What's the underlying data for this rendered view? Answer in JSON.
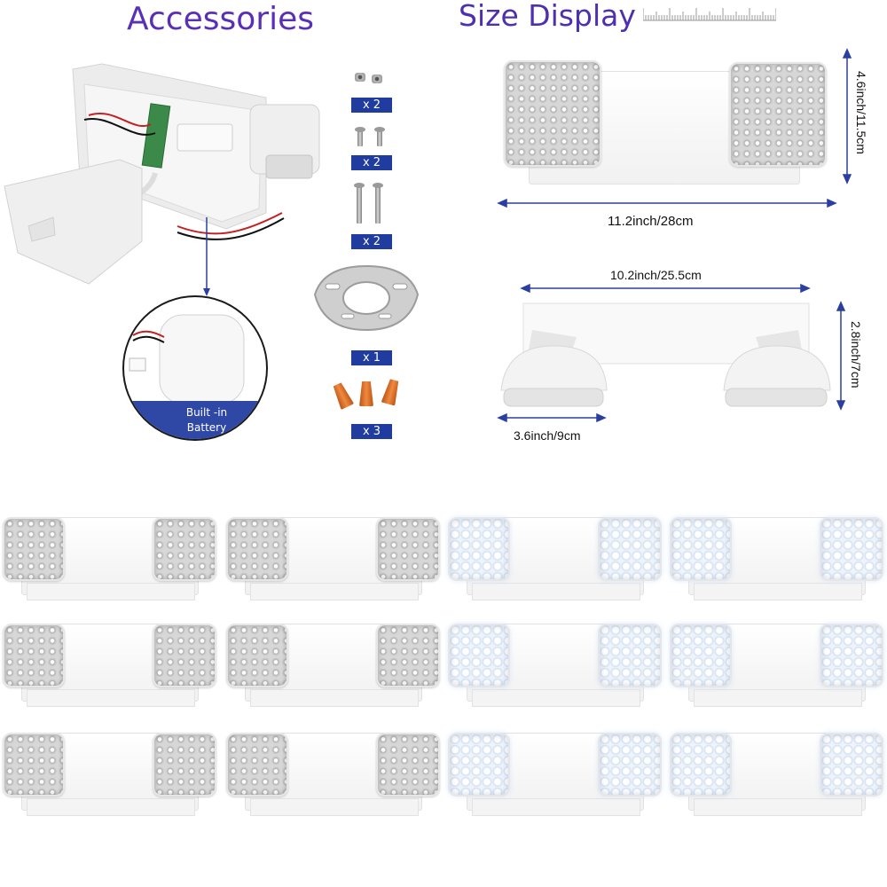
{
  "headings": {
    "accessories": "Accessories",
    "size_display": "Size Display"
  },
  "accessories": {
    "battery_label": "Built -in Battery",
    "quantities": [
      "x 2",
      "x 2",
      "x 2",
      "x 1",
      "x 3"
    ],
    "items": [
      "nut-icon",
      "short-screw-icon",
      "long-screw-icon",
      "mounting-plate-icon",
      "wire-nut-icon"
    ]
  },
  "dimensions": {
    "height_front": "4.6inch/11.5cm",
    "width_front": "11.2inch/28cm",
    "width_bottom": "10.2inch/25.5cm",
    "depth_side": "2.8inch/7cm",
    "lamp_width": "3.6inch/9cm"
  },
  "colors": {
    "heading": "#5a2fb8",
    "badge": "#1f3c9e",
    "dimension_line": "#2b3f9e"
  },
  "grid": {
    "rows": 3,
    "columns": 4,
    "lit_columns": [
      3,
      4
    ]
  }
}
